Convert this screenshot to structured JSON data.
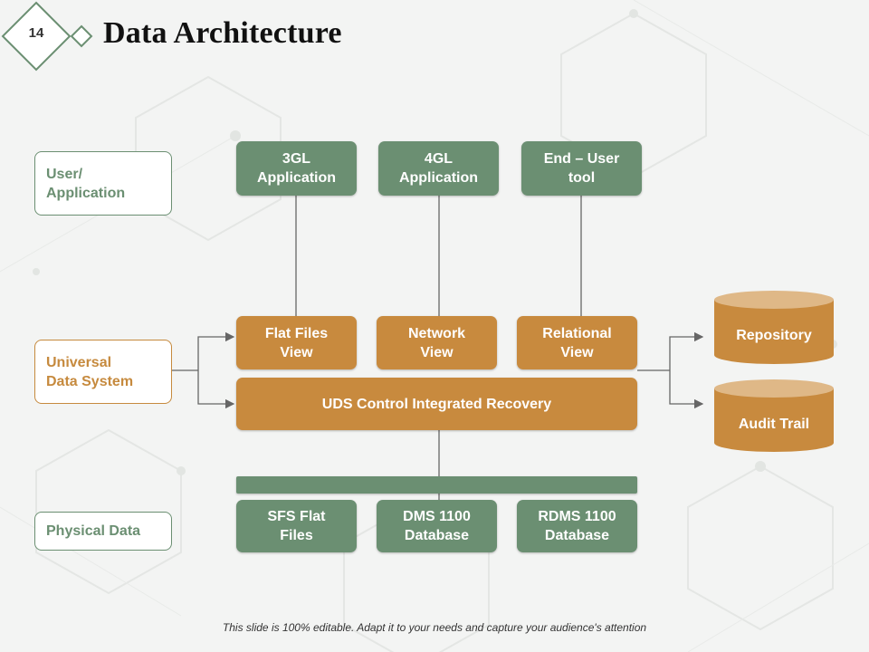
{
  "slide": {
    "number": "14",
    "title": "Data Architecture"
  },
  "row_labels": {
    "user_application": "User/\nApplication",
    "universal_data_system": "Universal\nData System",
    "physical_data": "Physical Data"
  },
  "applications": [
    {
      "label": "3GL\nApplication"
    },
    {
      "label": "4GL\nApplication"
    },
    {
      "label": "End – User\ntool"
    }
  ],
  "views": [
    {
      "label": "Flat Files\nView"
    },
    {
      "label": "Network\nView"
    },
    {
      "label": "Relational\nView"
    }
  ],
  "control": {
    "label": "UDS Control Integrated Recovery"
  },
  "storage": [
    {
      "label": "Repository"
    },
    {
      "label": "Audit Trail"
    }
  ],
  "physical": [
    {
      "label": "SFS Flat\nFiles"
    },
    {
      "label": "DMS 1100\nDatabase"
    },
    {
      "label": "RDMS 1100\nDatabase"
    }
  ],
  "footer": {
    "note": "This slide is 100% editable. Adapt it to your needs and capture your audience's attention"
  },
  "colors": {
    "green": "#6b8f72",
    "orange": "#c88a3e",
    "background": "#f3f4f3"
  }
}
